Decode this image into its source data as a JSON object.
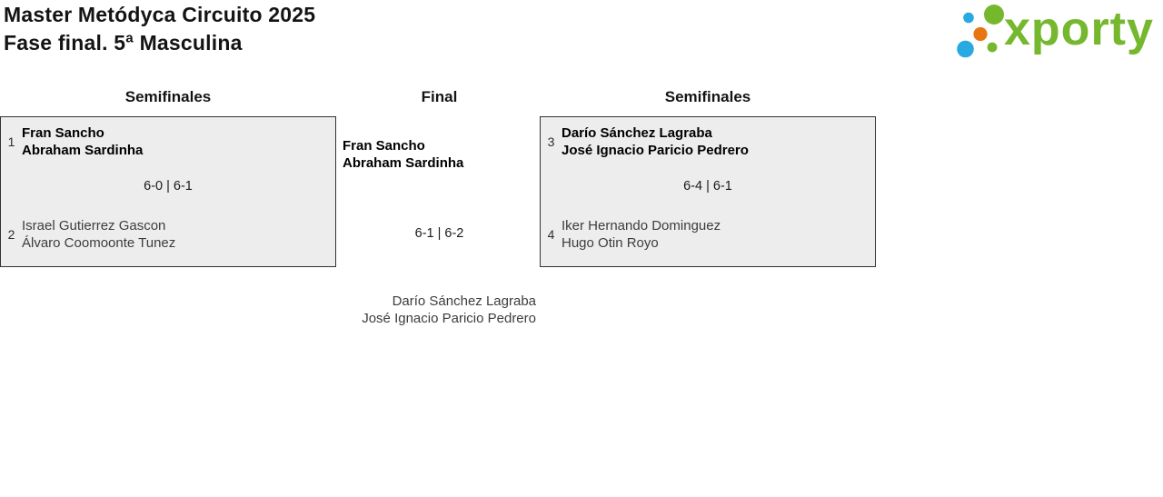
{
  "header": {
    "title_line1": "Master Metódyca Circuito 2025",
    "title_line2": "Fase final. 5ª Masculina"
  },
  "logo": {
    "brand": "xporty",
    "colors": {
      "green": "#76b82d",
      "blue": "#29a9e1",
      "orange": "#e87511"
    }
  },
  "rounds": [
    {
      "label": "Semifinales"
    },
    {
      "label": "Final"
    },
    {
      "label": "Semifinales"
    }
  ],
  "matches": {
    "semifinal_left": {
      "team1": {
        "seed": "1",
        "player1": "Fran Sancho",
        "player2": "Abraham Sardinha",
        "winner": true
      },
      "score": "6-0 | 6-1",
      "team2": {
        "seed": "2",
        "player1": "Israel Gutierrez Gascon",
        "player2": "Álvaro Coomoonte Tunez",
        "winner": false
      }
    },
    "final": {
      "team1": {
        "player1": "Fran Sancho",
        "player2": "Abraham Sardinha",
        "winner": true
      },
      "score": "6-1 | 6-2",
      "team2": {
        "player1": "Darío Sánchez Lagraba",
        "player2": "José Ignacio Paricio Pedrero",
        "winner": false
      }
    },
    "semifinal_right": {
      "team1": {
        "seed": "3",
        "player1": "Darío Sánchez Lagraba",
        "player2": "José Ignacio Paricio Pedrero",
        "winner": true
      },
      "score": "6-4 | 6-1",
      "team2": {
        "seed": "4",
        "player1": "Iker Hernando Dominguez",
        "player2": "Hugo Otin Royo",
        "winner": false
      }
    }
  },
  "colors": {
    "box_background": "#ededed",
    "box_border": "#333333"
  }
}
